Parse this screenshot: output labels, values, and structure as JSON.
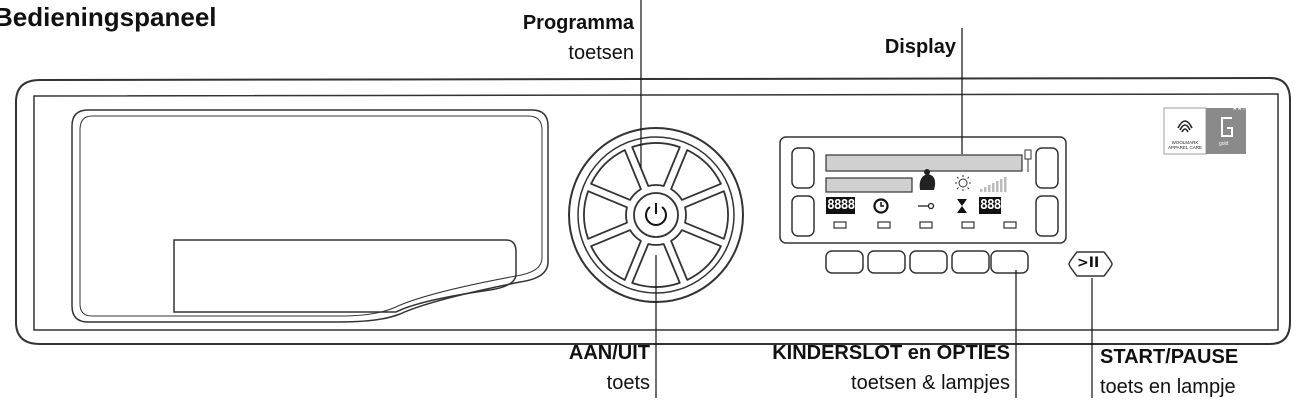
{
  "title": "Bedieningspaneel",
  "callouts": {
    "programma": {
      "bold": "Programma",
      "sub": "toetsen"
    },
    "display": {
      "bold": "Display"
    },
    "aan_uit": {
      "bold": "AAN/UIT",
      "sub": "toets"
    },
    "kinderslot": {
      "bold": "KINDERSLOT en OPTIES",
      "sub": "toetsen & lampjes"
    },
    "start_pause": {
      "bold": "START/PAUSE",
      "sub": "toets en lampje"
    }
  },
  "display": {
    "left_digits": "8888",
    "right_digits": "888"
  },
  "logos": {
    "woolmark_text": "WOOLMARK APPAREL CARE",
    "gold_text": "gold",
    "stars": "★★☆"
  },
  "start_pause_symbol": ">II",
  "icons": {
    "power": "power-icon",
    "stain": "stain-icon",
    "sun": "sun-icon",
    "signal_bars": "signal-bars-icon",
    "clock": "clock-icon",
    "key": "key-icon",
    "hourglass": "hourglass-icon"
  }
}
